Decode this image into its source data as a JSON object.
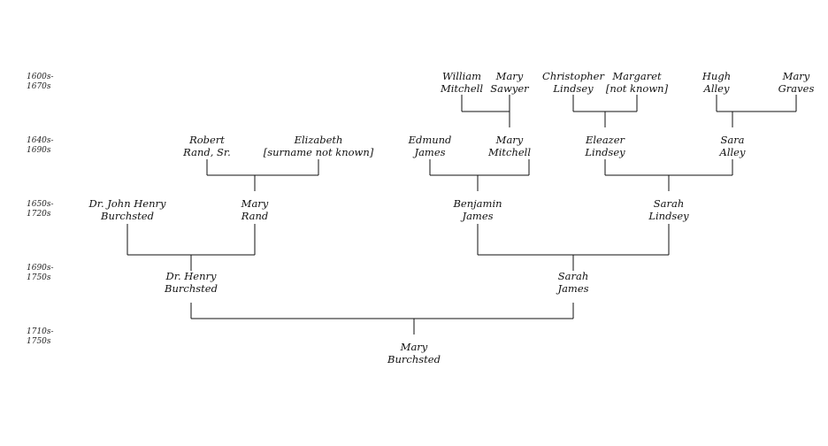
{
  "eras": [
    {
      "id": "era-1",
      "line1": "1600s-",
      "line2": "1670s"
    },
    {
      "id": "era-2",
      "line1": "1640s-",
      "line2": "1690s"
    },
    {
      "id": "era-3",
      "line1": "1650s-",
      "line2": "1720s"
    },
    {
      "id": "era-4",
      "line1": "1690s-",
      "line2": "1750s"
    },
    {
      "id": "era-5",
      "line1": "1710s-",
      "line2": "1750s"
    }
  ],
  "people": {
    "william_mitchell": {
      "line1": "William",
      "line2": "Mitchell"
    },
    "mary_sawyer": {
      "line1": "Mary",
      "line2": "Sawyer"
    },
    "christopher_lindsey": {
      "line1": "Christopher",
      "line2": "Lindsey"
    },
    "margaret": {
      "line1": "Margaret",
      "line2": "[not known]"
    },
    "hugh_alley": {
      "line1": "Hugh",
      "line2": "Alley"
    },
    "mary_graves": {
      "line1": "Mary",
      "line2": "Graves"
    },
    "robert_rand": {
      "line1": "Robert",
      "line2": "Rand, Sr."
    },
    "elizabeth": {
      "line1": "Elizabeth",
      "line2": "[surname not known]"
    },
    "edmund_james": {
      "line1": "Edmund",
      "line2": "James"
    },
    "mary_mitchell": {
      "line1": "Mary",
      "line2": "Mitchell"
    },
    "eleazer_lindsey": {
      "line1": "Eleazer",
      "line2": "Lindsey"
    },
    "sara_alley": {
      "line1": "Sara",
      "line2": "Alley"
    },
    "john_henry_burchsted": {
      "line1": "Dr. John Henry",
      "line2": "Burchsted"
    },
    "mary_rand": {
      "line1": "Mary",
      "line2": "Rand"
    },
    "benjamin_james": {
      "line1": "Benjamin",
      "line2": "James"
    },
    "sarah_lindsey": {
      "line1": "Sarah",
      "line2": "Lindsey"
    },
    "henry_burchsted": {
      "line1": "Dr. Henry",
      "line2": "Burchsted"
    },
    "sarah_james": {
      "line1": "Sarah",
      "line2": "James"
    },
    "mary_burchsted": {
      "line1": "Mary",
      "line2": "Burchsted"
    }
  }
}
